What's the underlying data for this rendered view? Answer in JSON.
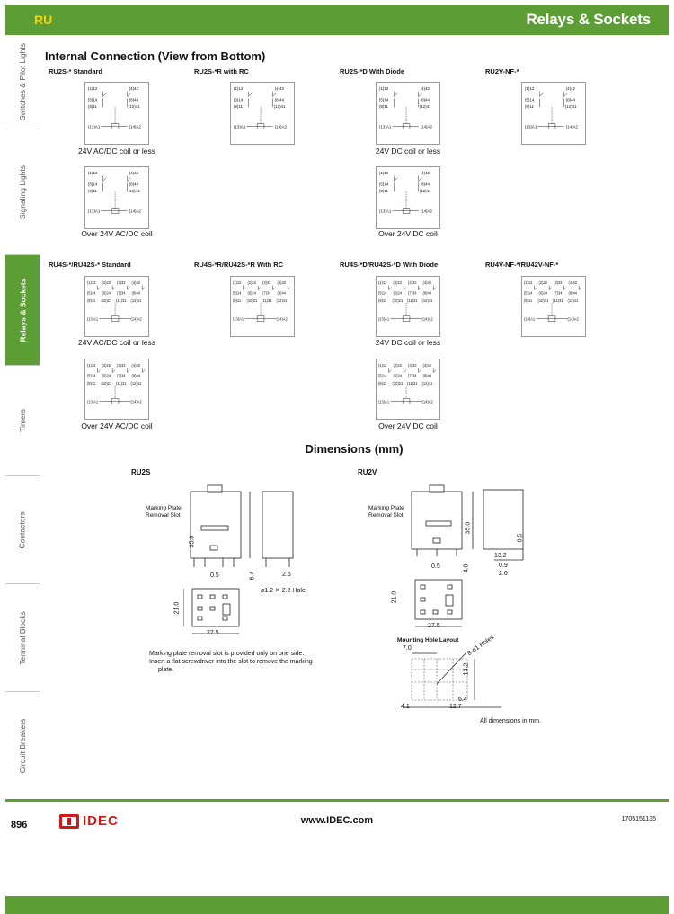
{
  "header": {
    "section_code": "RU",
    "title": "Relays & Sockets"
  },
  "sidebar": {
    "tabs": [
      {
        "label": "Switches & Pilot Lights"
      },
      {
        "label": "Signaling Lights"
      },
      {
        "label": "Relays & Sockets"
      },
      {
        "label": "Timers"
      },
      {
        "label": "Contactors"
      },
      {
        "label": "Terminal Blocks"
      },
      {
        "label": "Circuit Breakers"
      }
    ]
  },
  "internal": {
    "title": "Internal Connection (View from Bottom)",
    "ru2_labels": [
      "RU2S-* Standard",
      "RU2S-*R with RC",
      "RU2S-*D With Diode",
      "RU2V-NF-*"
    ],
    "ru4_labels": [
      "RU4S-*/RU42S-* Standard",
      "RU4S-*R/RU42S-*R With RC",
      "RU4S-*D/RU42S-*D With Diode",
      "RU4V-NF-*/RU42V-NF-*"
    ],
    "captions": {
      "ac_low": "24V AC/DC coil or less",
      "ac_high": "Over 24V AC/DC coil",
      "dc_low": "24V DC coil or less",
      "dc_high": "Over 24V DC coil"
    },
    "terminals2": {
      "t1": "(1)12",
      "t2": "(4)42",
      "t3": "(5)14",
      "t4": "(8)44",
      "t5": "(9)11",
      "t6": "(12)41",
      "t7": "(13)A1",
      "t8": "(14)A2"
    },
    "terminals4": {
      "a": "(1)12",
      "b": "(2)22",
      "c": "(3)32",
      "d": "(4)42",
      "e": "(5)14",
      "f": "(6)24",
      "g": "(7)34",
      "h": "(8)44",
      "i": "(9)11",
      "j": "(10)21",
      "k": "(11)31",
      "l": "(12)41",
      "m": "(13)A1",
      "n": "(14)A2"
    }
  },
  "dimensions": {
    "title": "Dimensions (mm)",
    "ru2s": {
      "label": "RU2S",
      "marking_plate": "Marking Plate Removal Slot",
      "d_height": "35.0",
      "d_pin": "0.5",
      "d_len": "6.4",
      "d_side": "2.6",
      "hole": "ø1.2 ✕ 2.2 Hole",
      "d_w": "21.0",
      "d_base": "27.5",
      "notes": [
        "Marking plate removal slot is provided only on one side.",
        "Insert a flat screwdriver into the slot to remove the marking",
        "plate."
      ]
    },
    "ru2v": {
      "label": "RU2V",
      "marking_plate": "Marking Plate Removal Slot",
      "d_height": "35.0",
      "d_slot": "0.5",
      "d_a": "13.2",
      "d_b": "0.9",
      "d_c": "2.6",
      "d_pin": "0.5",
      "d_len": "4.0",
      "d_w": "21.0",
      "d_base": "27.5",
      "mount_title": "Mounting Hole Layout",
      "m_top": "7.0",
      "m_holes": "8-ø1 Holes",
      "m_side": "13.2",
      "m_a": "6.4",
      "m_b": "4.1",
      "m_c": "12.7",
      "all_dims": "All dimensions in mm."
    }
  },
  "footer": {
    "page": "896",
    "brand": "IDEC",
    "url": "www.IDEC.com",
    "code": "1705151135"
  },
  "colors": {
    "accent": "#5c9d34",
    "brand": "#cc1a1a",
    "section_code": "#f2d20b"
  }
}
